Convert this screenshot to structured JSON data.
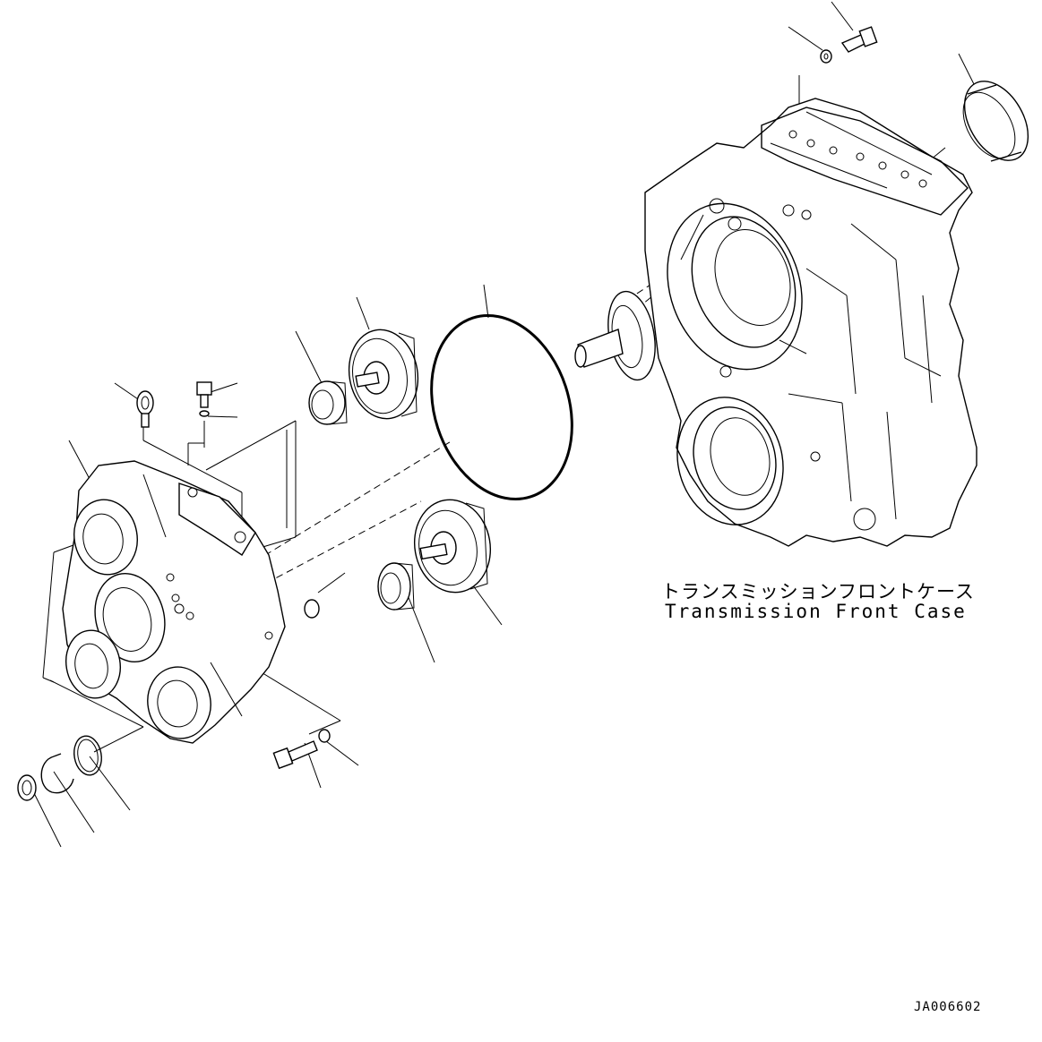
{
  "caption": {
    "japanese": "トランスミッションフロントケース",
    "english": "Transmission Front Case"
  },
  "drawing_id": "JA006602"
}
